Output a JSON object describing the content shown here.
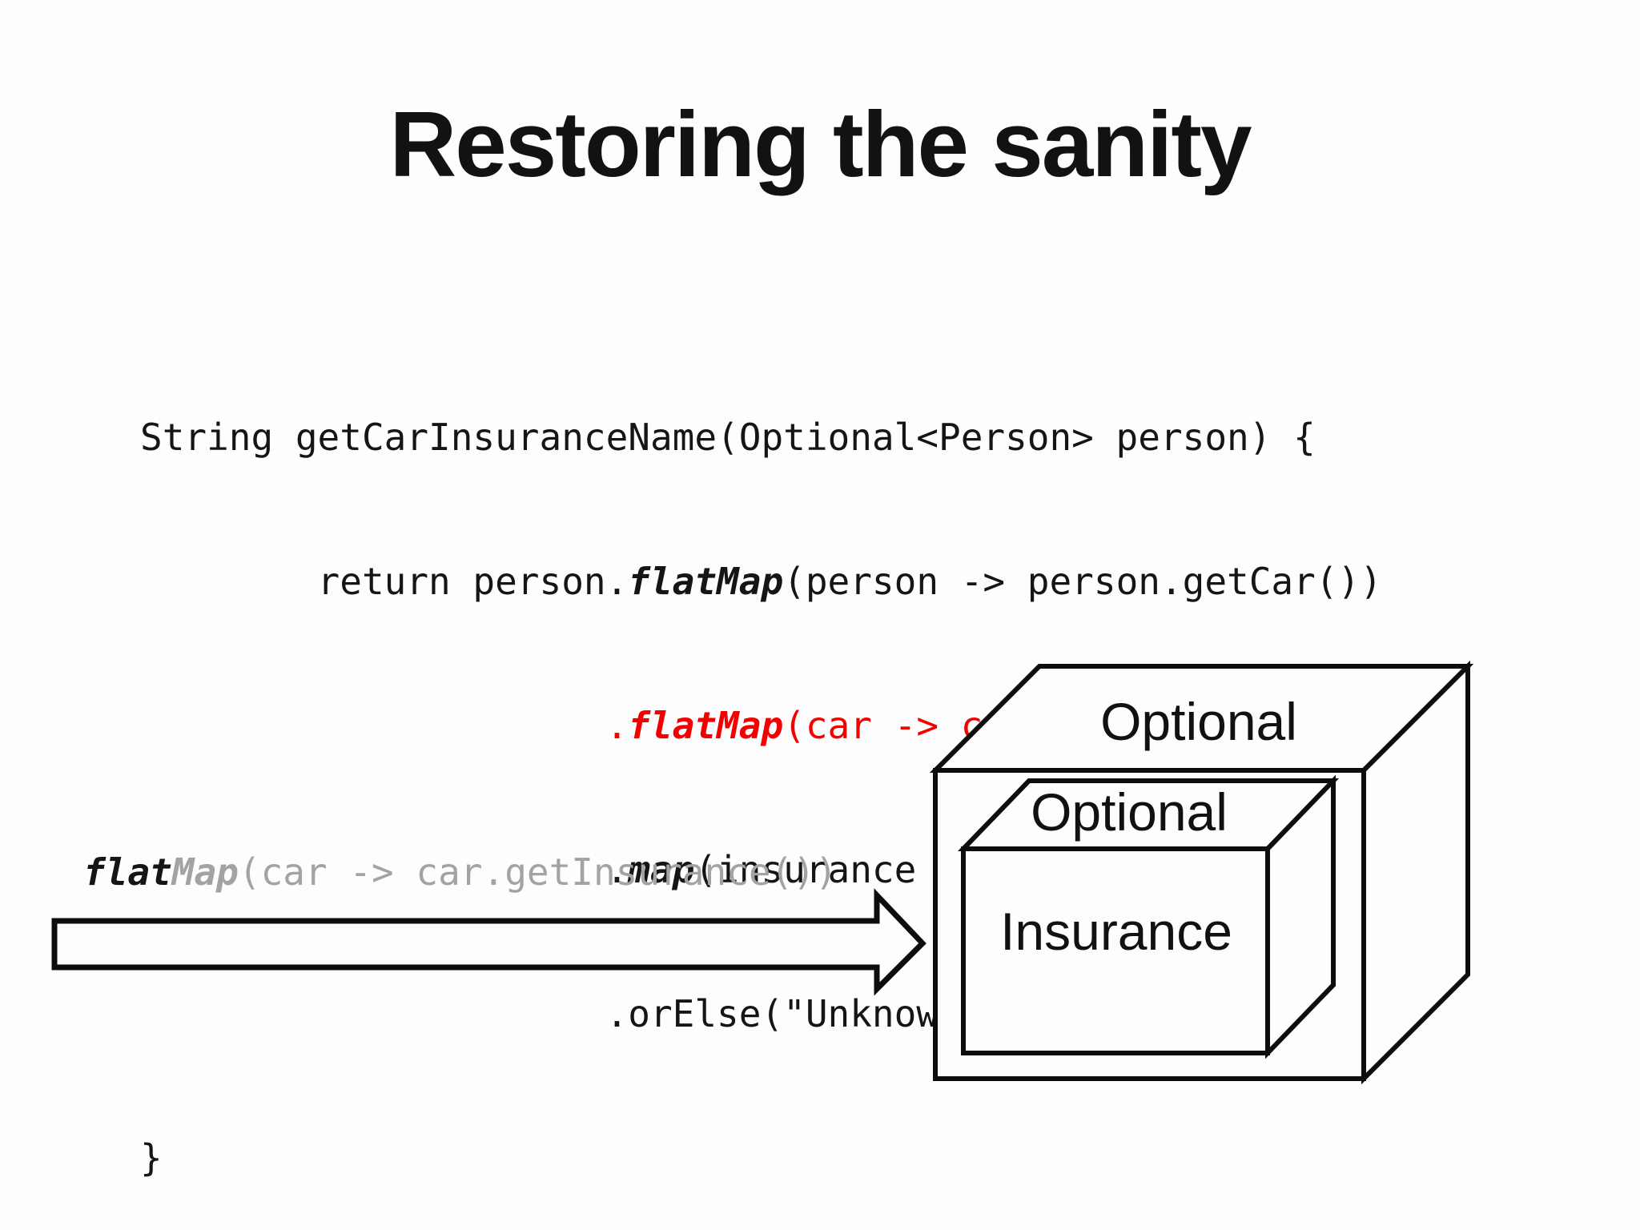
{
  "slide": {
    "title": "Restoring the sanity",
    "background_color": "#fdfdfd",
    "code_red_color": "#f50000",
    "muted_gray_color": "#a3a3a3"
  },
  "code": {
    "line1": {
      "a": "String getCarInsuranceName(Optional<Person> person) {"
    },
    "line2": {
      "a": "        return person.",
      "b": "flatMap",
      "c": "(person -> person.getCar())"
    },
    "line3": {
      "a": "                     .",
      "b": "flatMap",
      "c": "(car -> car.getInsurance())"
    },
    "line4": {
      "a": "                     .",
      "b": "map",
      "c": "(insurance -> insurance.getName())"
    },
    "line5": {
      "a": "                     .orElse(\"Unknown\");"
    },
    "line6": {
      "a": "}"
    }
  },
  "arrow_label": {
    "a": "flat",
    "b": "Map",
    "c": "(car -> car.getInsurance())"
  },
  "diagram": {
    "outer_box_label": "Optional",
    "inner_box_label": "Optional",
    "content_label": "Insurance"
  }
}
